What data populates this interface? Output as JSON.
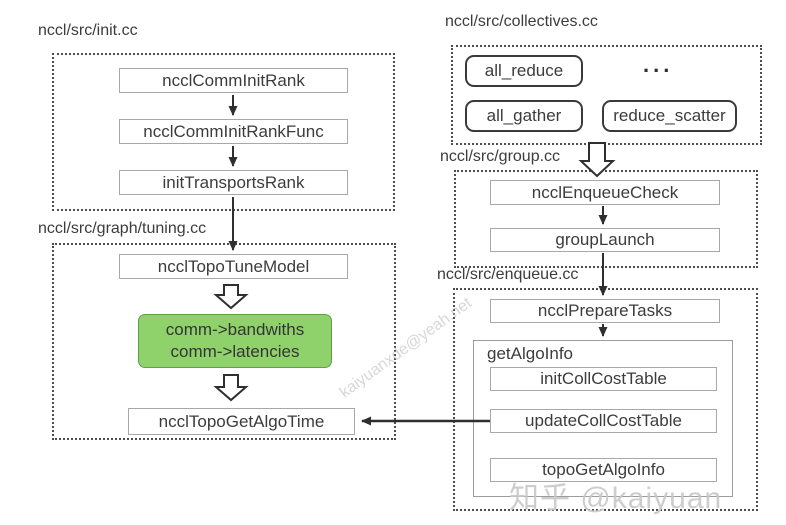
{
  "containers": {
    "init": {
      "label": "nccl/src/init.cc",
      "nodes": [
        "ncclCommInitRank",
        "ncclCommInitRankFunc",
        "initTransportsRank"
      ]
    },
    "tuning": {
      "label": "nccl/src/graph/tuning.cc",
      "nodes": [
        "ncclTopoTuneModel",
        "ncclTopoGetAlgoTime"
      ],
      "highlight": {
        "line1": "comm->bandwiths",
        "line2": "comm->latencies"
      }
    },
    "collectives": {
      "label": "nccl/src/collectives.cc",
      "nodes": [
        "all_reduce",
        "all_gather",
        "reduce_scatter"
      ],
      "ellipsis": "..."
    },
    "group": {
      "label": "nccl/src/group.cc",
      "nodes": [
        "ncclEnqueueCheck",
        "groupLaunch"
      ]
    },
    "enqueue": {
      "label": "nccl/src/enqueue.cc",
      "nodes": [
        "ncclPrepareTasks"
      ],
      "inner": {
        "label": "getAlgoInfo",
        "nodes": [
          "initCollCostTable",
          "updateCollCostTable",
          "topoGetAlgoInfo"
        ]
      }
    }
  },
  "watermarks": {
    "diagonal": "kaiyuanxde@yeah.net",
    "corner": "知乎 @kaiyuan"
  },
  "colors": {
    "highlight_fill": "#8fd16b",
    "highlight_border": "#5f9f48",
    "box_border": "#a8a8a8",
    "strong_border": "#3a3a3a",
    "dotted_border": "#4d4d4d",
    "arrow": "#2f2f2f",
    "text": "#3c3c3c",
    "watermark": "#c8c8c8"
  }
}
